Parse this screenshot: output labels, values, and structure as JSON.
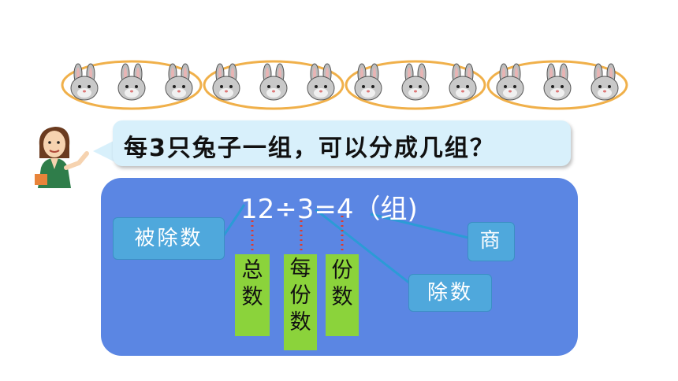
{
  "question": "每3只兔子一组，可以分成几组？",
  "equation": "12÷3=4（组)",
  "labels": {
    "dividend": "被除数",
    "quotient": "商",
    "divisor": "除数"
  },
  "terms": {
    "total": "总数",
    "per_share": "每份数",
    "shares": "份数"
  },
  "rabbit_groups": 4,
  "rabbits_per_group": 3,
  "colors": {
    "panel": "#5b86e3",
    "label_box": "#4fa8dc",
    "term_box": "#8bd33b",
    "speech": "#d8f0fb",
    "ellipse": "#f0b04a",
    "dotted_line": "#e03a2a"
  }
}
